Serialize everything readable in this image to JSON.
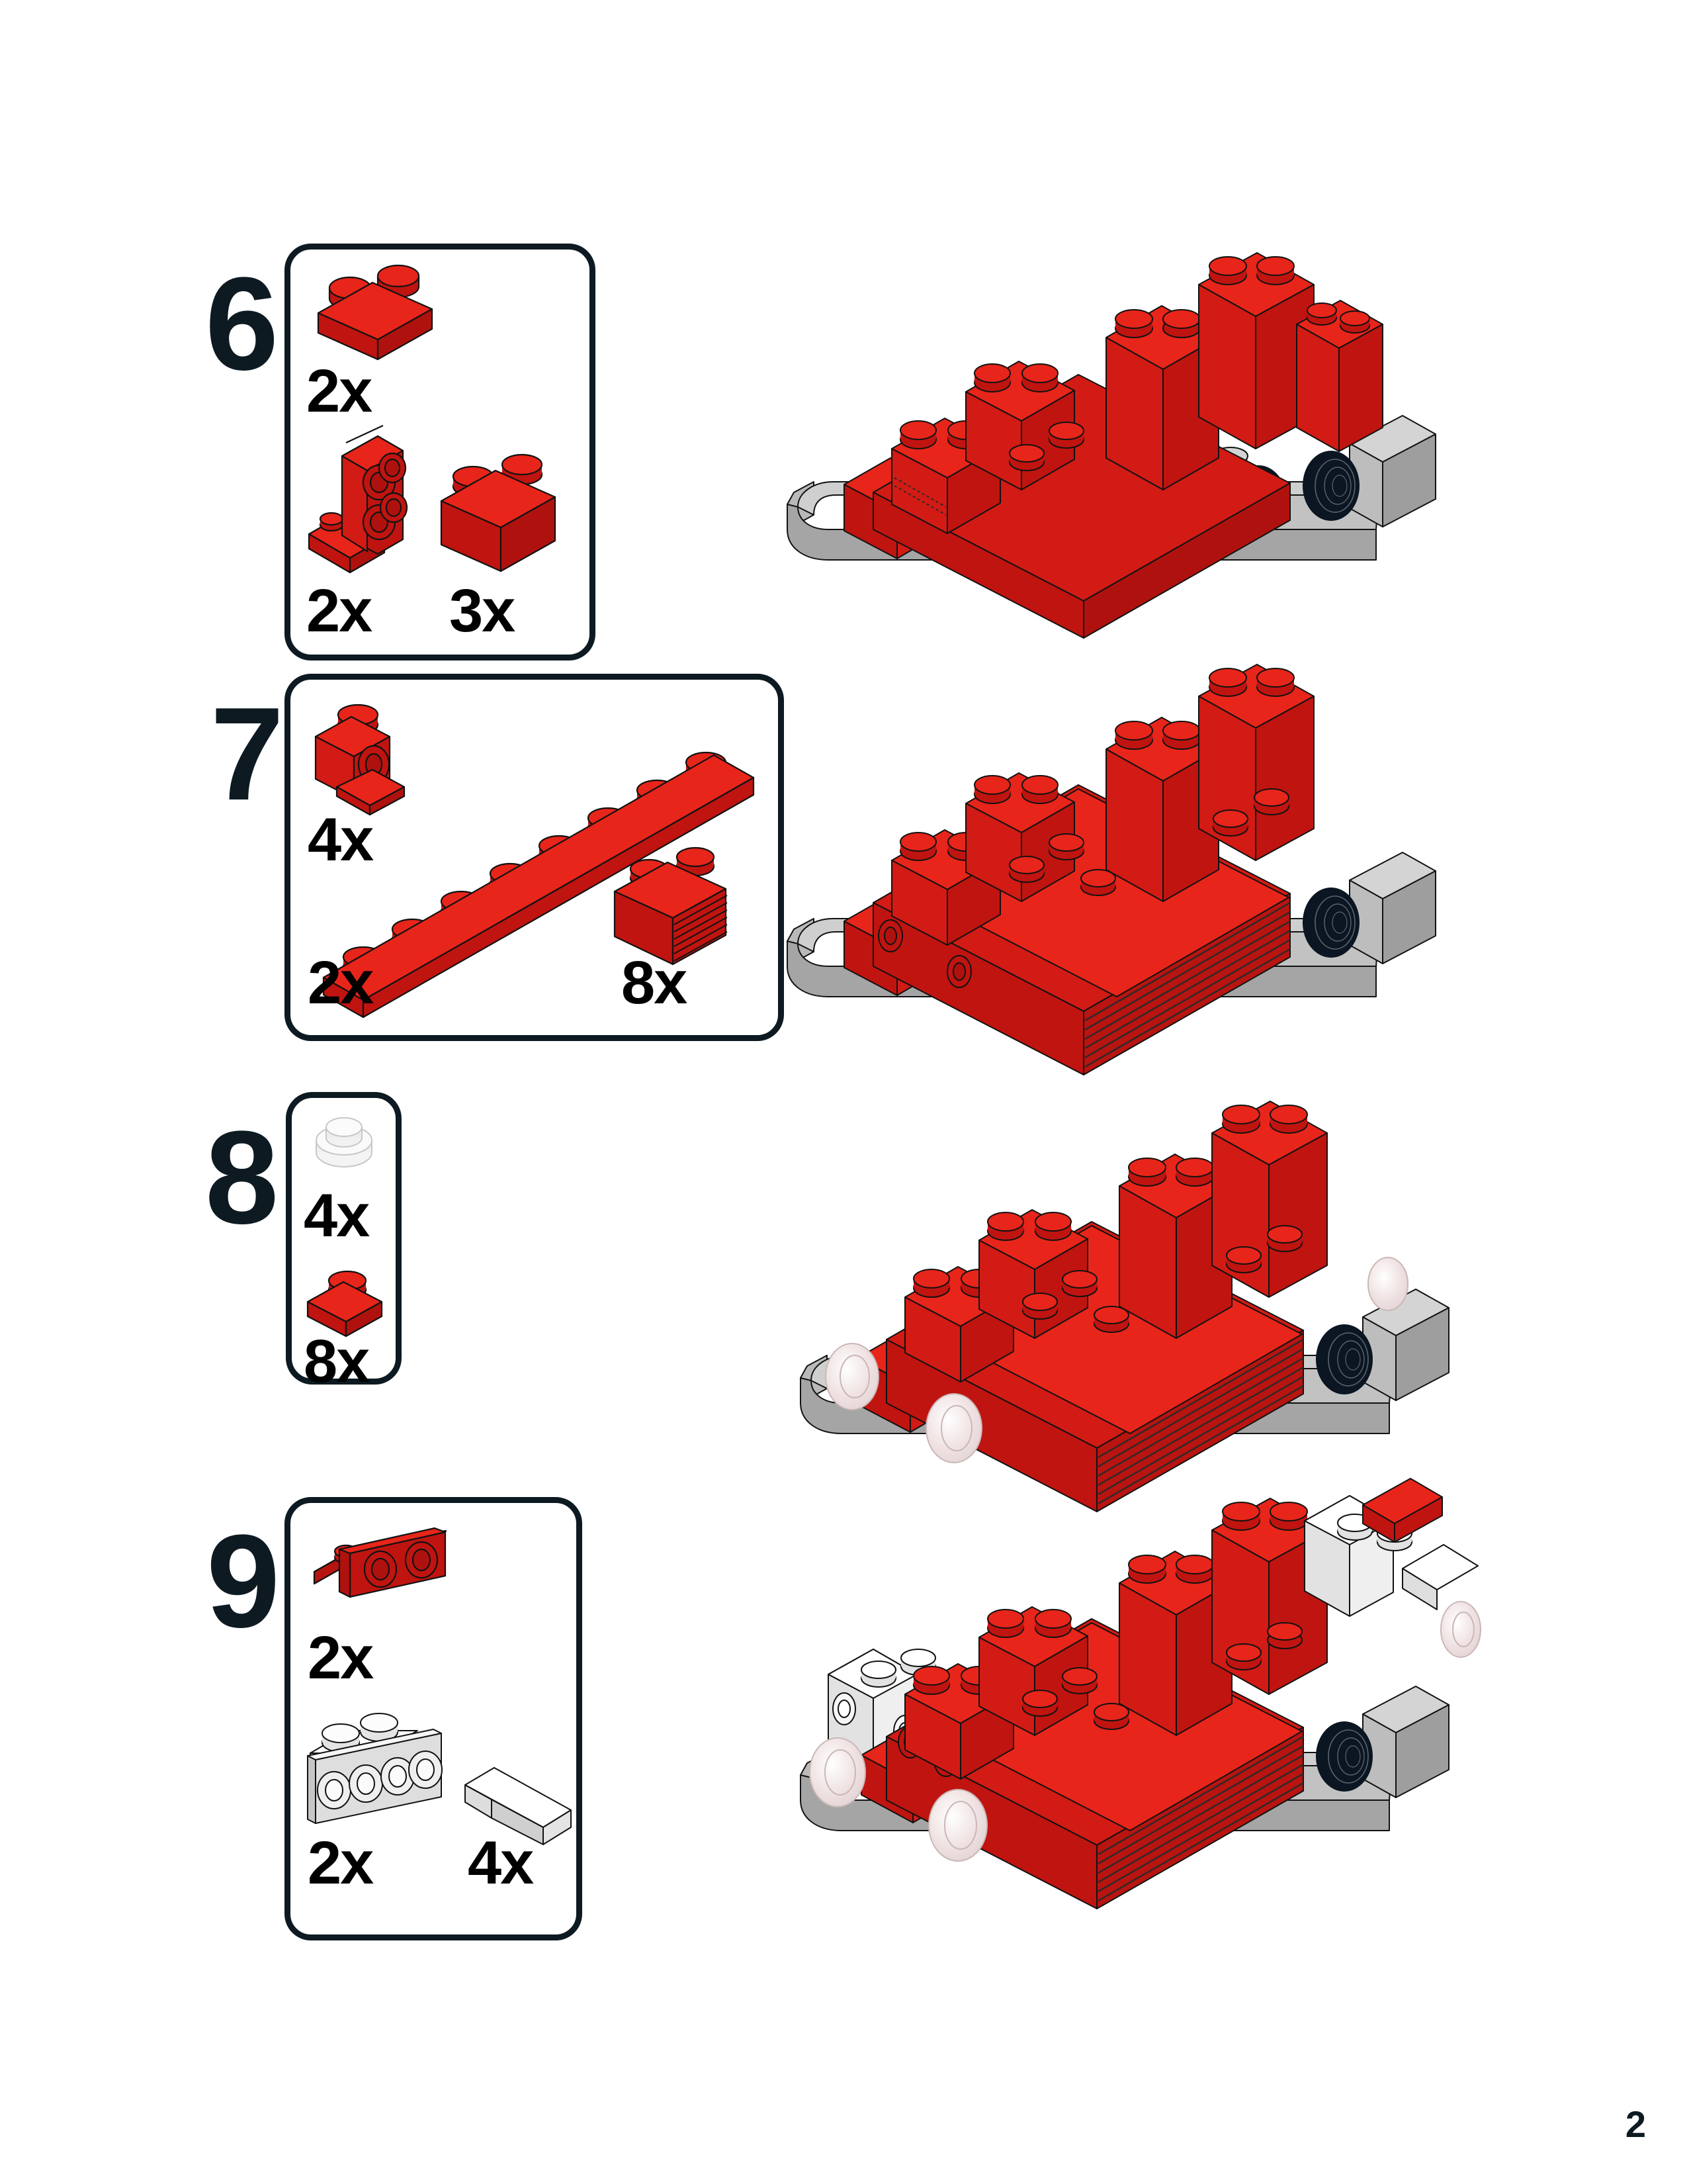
{
  "document": {
    "type": "lego-building-instructions",
    "page_number": "2"
  },
  "palette": {
    "red_top": "#E8251A",
    "red_side": "#C01410",
    "red_front": "#D11B14",
    "outline": "#121212",
    "grey_top": "#D4D4D4",
    "grey_side": "#9E9E9E",
    "grey_front": "#BDBDBD",
    "white_top": "#FFFFFF",
    "white_side": "#DCDCDC",
    "white_front": "#EFEFEF",
    "tyre": "#0B1622",
    "clear": "#F2F2F2",
    "step_number": "#0D1A22",
    "box_border": "#0D1A22"
  },
  "steps": [
    {
      "number": "6",
      "parts": [
        {
          "name": "plate-1x2",
          "qty": "2x",
          "color": "red"
        },
        {
          "name": "bracket-1x2-2x2",
          "qty": "2x",
          "color": "red"
        },
        {
          "name": "brick-1x2",
          "qty": "3x",
          "color": "red"
        }
      ],
      "model_caption": "locomotive-after-step-6"
    },
    {
      "number": "7",
      "parts": [
        {
          "name": "brick-1x1-with-stud-on-side",
          "qty": "4x",
          "color": "red"
        },
        {
          "name": "plate-1x8",
          "qty": "2x",
          "color": "red"
        },
        {
          "name": "brick-1x2-grille",
          "qty": "8x",
          "color": "red"
        }
      ],
      "model_caption": "locomotive-after-step-7"
    },
    {
      "number": "8",
      "parts": [
        {
          "name": "round-plate-1x1",
          "qty": "4x",
          "color": "trans-clear"
        },
        {
          "name": "plate-1x1",
          "qty": "8x",
          "color": "red"
        }
      ],
      "model_caption": "locomotive-after-step-8"
    },
    {
      "number": "9",
      "parts": [
        {
          "name": "bracket-1x2-1x2-inverted",
          "qty": "2x",
          "color": "red"
        },
        {
          "name": "bracket-1x4-1x2",
          "qty": "2x",
          "color": "white"
        },
        {
          "name": "slope-1x2-33",
          "qty": "4x",
          "color": "white"
        }
      ],
      "model_caption": "locomotive-after-step-9"
    }
  ]
}
